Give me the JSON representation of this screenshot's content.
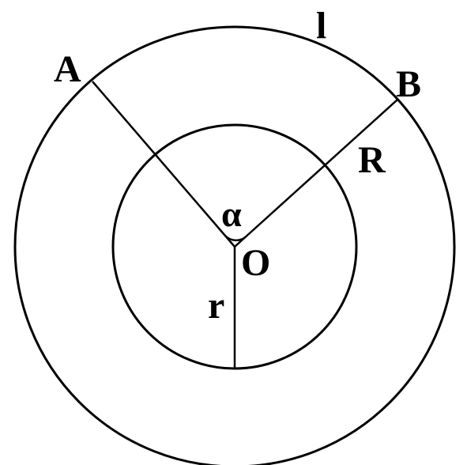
{
  "diagram": {
    "labels": {
      "arc": "l",
      "point_a": "A",
      "point_b": "B",
      "big_radius": "R",
      "angle": "α",
      "center": "O",
      "small_radius": "r"
    },
    "colors": {
      "line": "#000000",
      "background": "#ffffff"
    }
  }
}
